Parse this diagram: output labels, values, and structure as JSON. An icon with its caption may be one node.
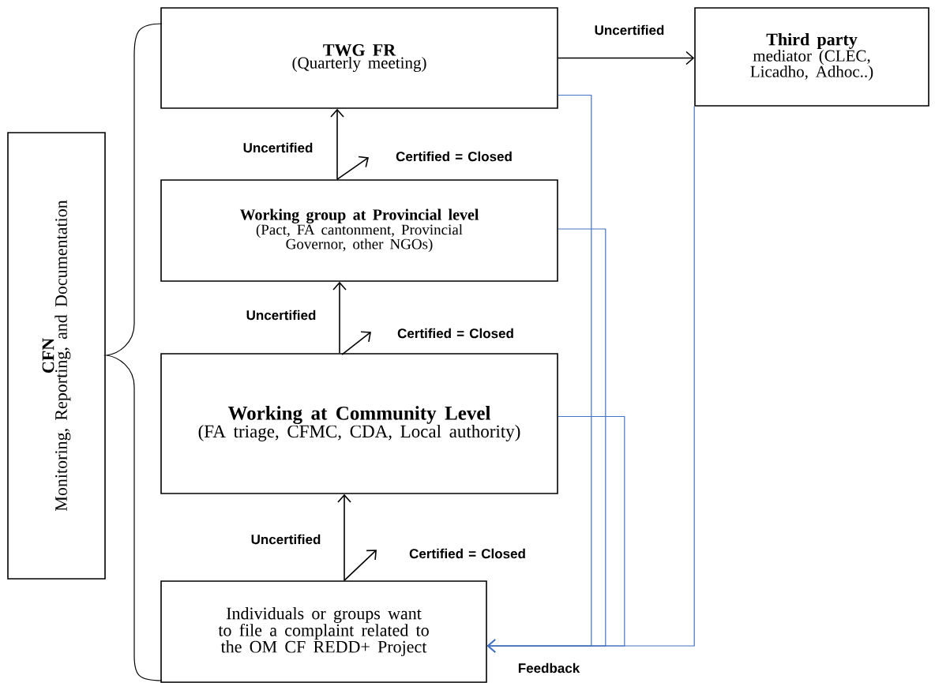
{
  "diagram": {
    "nodes": [
      {
        "text": [
          "TWG FR",
          "(Quarterly meeting)"
        ]
      },
      {
        "text": [
          "Third party",
          "mediator (CLEC, Licadho, Adhoc..)"
        ]
      },
      {
        "text": [
          "Working group at Provincial level",
          "(Pact, FA cantonment, Provincial Governor, other NGOs)"
        ]
      },
      {
        "text": [
          "Working at Community Level",
          "(FA triage, CFMC, CDA, Local authority)"
        ]
      },
      {
        "text": [
          "Individuals or groups want to file a complaint related to the OM CF REDD+ Project"
        ]
      },
      {
        "text": [
          "CFN",
          "Monitoring, Reporting, and Documentation"
        ]
      }
    ],
    "edges": [
      {
        "from": 4,
        "to": 3,
        "arrow": "to",
        "label": "Uncertified"
      },
      {
        "from": 4,
        "to": null,
        "arrow": "to",
        "label": "Certified = Closed"
      },
      {
        "from": 3,
        "to": 2,
        "arrow": "to",
        "label": "Uncertified"
      },
      {
        "from": 3,
        "to": null,
        "arrow": "to",
        "label": "Certified = Closed"
      },
      {
        "from": 2,
        "to": 0,
        "arrow": "to",
        "label": "Uncertified"
      },
      {
        "from": 2,
        "to": null,
        "arrow": "to",
        "label": "Certified = Closed"
      },
      {
        "from": 0,
        "to": 1,
        "arrow": "to",
        "label": "Uncertified"
      },
      {
        "from": 0,
        "to": 4,
        "arrow": "to",
        "color": "#4472c4"
      },
      {
        "from": 2,
        "to": 4,
        "arrow": "to",
        "color": "#4472c4"
      },
      {
        "from": 3,
        "to": 4,
        "arrow": "to",
        "color": "#4472c4"
      },
      {
        "from": 1,
        "to": 4,
        "arrow": "to",
        "color": "#4472c4"
      }
    ],
    "labels": [
      "Feedback"
    ]
  }
}
